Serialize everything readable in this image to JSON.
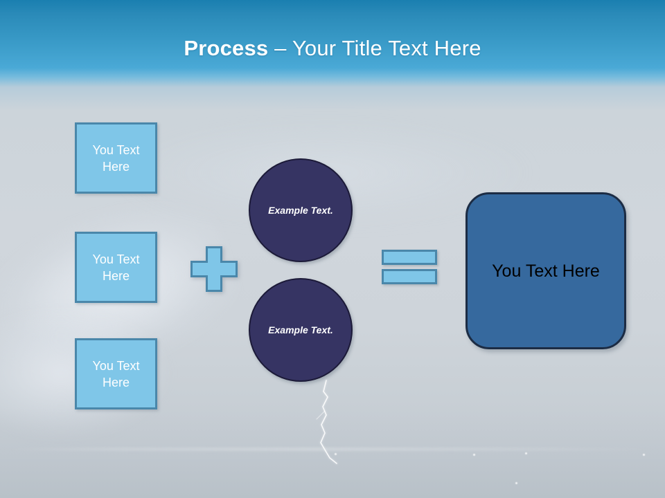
{
  "slide": {
    "title": {
      "bold_part": "Process",
      "rest_part": " – Your Title Text Here",
      "full": "Process – Your Title Text Here",
      "color": "#ffffff"
    },
    "theme": {
      "header_gradient_top": "#1a7fb0",
      "header_gradient_bottom": "#4aa9d6",
      "body_background": "#ced4da",
      "light_blue_fill": "#7FC6E8",
      "light_blue_border": "#4A87AA",
      "circle_fill": "#363463",
      "circle_border": "#1c1a38",
      "result_fill": "#36699E",
      "result_border": "#1c2c44"
    },
    "inputs": [
      {
        "label": "You Text Here"
      },
      {
        "label": "You Text Here"
      },
      {
        "label": "You Text Here"
      }
    ],
    "operators": {
      "plus": "+",
      "equals": "="
    },
    "circles": [
      {
        "label": "Example Text."
      },
      {
        "label": "Example Text."
      }
    ],
    "result": {
      "label": "You Text Here"
    }
  }
}
